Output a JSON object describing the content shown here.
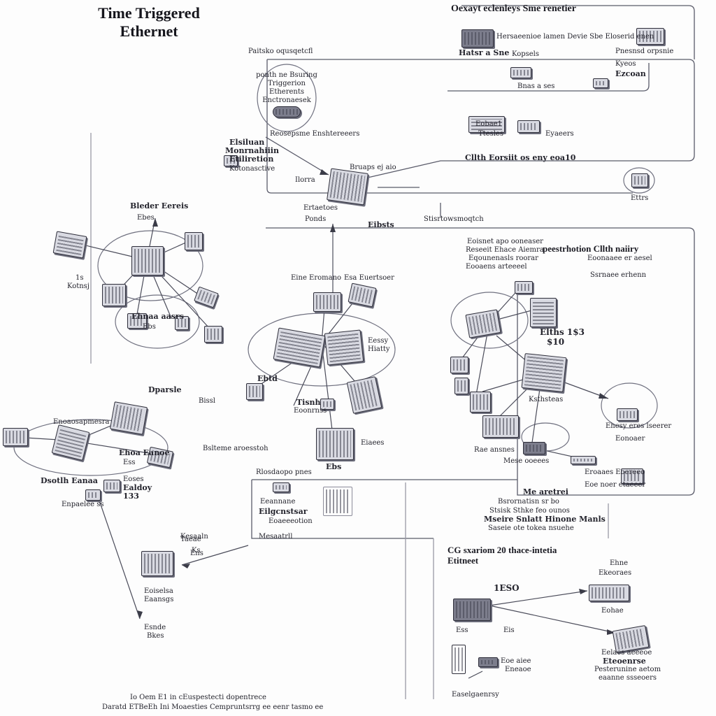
{
  "title": {
    "line1": "Time Triggered",
    "line2": "Ethernet"
  },
  "labels": {
    "top_right_header": "Oexayt eclenleys Sme renetier",
    "top_center_note": "Paitsko oqusqetcfl",
    "oval_line1": "ponth ne Bsuring",
    "oval_line2": "Triggerion",
    "oval_line3": "Etherents",
    "oval_line4": "Enctronaesek",
    "under_oval": "Reosepsme Enshtereeers",
    "left_stack_1": "Elsiluan",
    "left_stack_2": "Monrnahiiin",
    "left_stack_3": "Etiliretion",
    "left_stack_4": "Kotonasctive",
    "switch_top_right": "Bruaps ej aio",
    "switch_top_left": "Ilorra",
    "below_switch_1": "Ertaetoes",
    "below_switch_2": "Ponds",
    "below_switch_3": "Eibsts",
    "link_right": "Stisrtowsmoqtch",
    "mid_right_lbl": "Cllth Eorsiit os eny eoa10",
    "far_right_small": "Ettrs",
    "top_r_1": "Hersaeenioe lamen Devie Sbe Eloserid enen",
    "top_r_2": "Hatsr a Sne",
    "top_r_3": "Kopsels",
    "top_r_4": "Pnesnsd orpsnie",
    "top_r_5": "Kyeos",
    "top_r_6": "Ezcoan",
    "top_r_7": "Bnas a ses",
    "top_r_8": "Eobae1",
    "top_r_9": "Ttesles",
    "top_r_10": "Eyaeers",
    "left_cluster_hdr": "Bleder Eereis",
    "left_cluster_sub": "Ebes",
    "left_cluster_a": "Ehnaa aasrs",
    "left_cluster_b": "Ebs",
    "left_cluster_c": "1s",
    "left_cluster_d": "Kotnsj",
    "center_hdr_l": "Eine Eromano",
    "center_hdr_r": "Esa Euertsoer",
    "center_lbl_a": "Eessy",
    "center_lbl_b": "Hiatty",
    "center_lbl_c": "Ebtd",
    "center_lbl_d": "Tisnh",
    "center_lbl_e": "Eoonrnss",
    "center_lbl_f": "Eiaees",
    "center_lbl_g": "Ebs",
    "right_cluster_hdr": "peestrhotion Cllth naiiry",
    "right_cluster_a": "Eoisnet apo ooneaser",
    "right_cluster_b": "Reseeit Ehace Aiemra",
    "right_cluster_c": "Eqounenasls roorar",
    "right_cluster_d": "Eooaens arteeeel",
    "right_cluster_e": "Elths 1$3",
    "right_cluster_f": "$10",
    "right_cluster_g": "Eoonaaee er aesel",
    "right_cluster_h": "Ssrnaee erhenn",
    "right_cluster_i": "Ksthsteas",
    "right_cluster_j": "Ehesy eres lseerer",
    "right_cluster_k": "Eonoaer",
    "right_cluster_l": "Rae ansnes",
    "right_cluster_m": "Mese ooeees",
    "right_cluster_n": "Eroaaes Eoereeo",
    "right_cluster_o": "Eoe noer etaeeer",
    "dparsle": "Dparsle",
    "bisst": "Bissl",
    "left_lower_a": "Enoaosapmesra",
    "left_lower_b": "Ehoa Eanoe",
    "left_lower_c": "Ess",
    "left_lower_d": "Eoses",
    "left_lower_e": "Ealdoy",
    "left_lower_f": "133",
    "left_lower_g": "Dsotlh Eanaa",
    "left_lower_h": "Enpaelee ss",
    "mid_arrow": "Bslteme aroesstoh",
    "lower_center_a": "Rlosdaopo pnes",
    "lower_center_b": "Eeannane",
    "lower_center_c": "Eilgcnstsar",
    "lower_center_d": "Eoaeeeotion",
    "lower_center_e": "Mesaatrll",
    "lower_center_f": "Ks",
    "lower_center_g": "Taeae",
    "mid_bottom_1": "Me aretrei",
    "mid_bottom_2": "Bsrornatisn sr bo",
    "mid_bottom_3": "Stsisk Sthke feo ounos",
    "mid_bottom_4": "Mseire Snlatt Hinone Manls",
    "mid_bottom_5": "Saseie ote tokea nsuehe",
    "bottom_left_a": "Kesaaln",
    "bottom_left_b": "Ens",
    "bottom_left_c": "Eoiselsa",
    "bottom_left_d": "Eaansgs",
    "bottom_left_e": "Esnde",
    "bottom_left_f": "Bkes",
    "footer_1": "Io Oem E1    in   cEuspestecti dopentrece",
    "footer_2": "Daratd ETBeEh Ini   Moaesties Cempruntsrrg   ee eenr tasmo ee",
    "br_header_1": "CG sxariom 20 thace-intetia",
    "br_header_2": "Etitneet",
    "br_a": "Ehne",
    "br_b": "Ekeoraes",
    "br_c": "Eohae",
    "br_d": "1ESO",
    "br_e": "Ess",
    "br_f": "Eis",
    "br_g": "Eoe aiee",
    "br_h": "Eneaoe",
    "br_i": "Easelgaenrsy",
    "br_j": "Eteoenrse",
    "br_k": "Eelaes aeeeoe",
    "br_l": "Pesterunine aetom",
    "br_m": "eaanne ssseoers"
  }
}
